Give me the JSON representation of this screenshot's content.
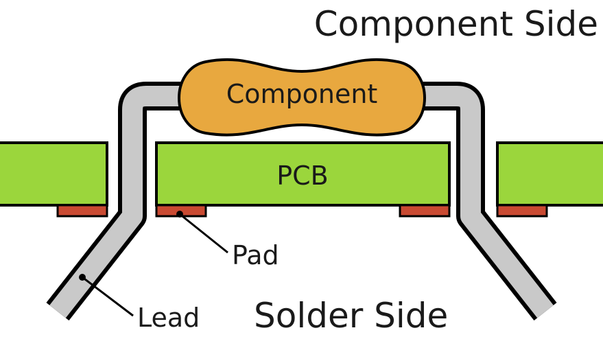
{
  "labels": {
    "component_side": "Component Side",
    "component": "Component",
    "pcb": "PCB",
    "pad": "Pad",
    "lead": "Lead",
    "solder_side": "Solder Side"
  },
  "colors": {
    "pcb": "#9bd63c",
    "component": "#e8a83f",
    "pad": "#c94a32",
    "lead_fill": "#c9c9c9",
    "outline": "#000000"
  }
}
